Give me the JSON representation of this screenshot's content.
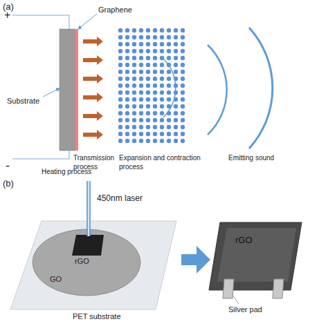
{
  "diagram": {
    "labels": [
      "(a)",
      "+",
      "Graphene",
      "Substrate",
      "-",
      "Transmission process",
      "Expansion and contraction process",
      "Emitting sound",
      "Heating process",
      "(b)",
      "450nm laser",
      "rGO",
      "GO",
      "PET substrate",
      "rGO",
      "Silver pad"
    ]
  }
}
